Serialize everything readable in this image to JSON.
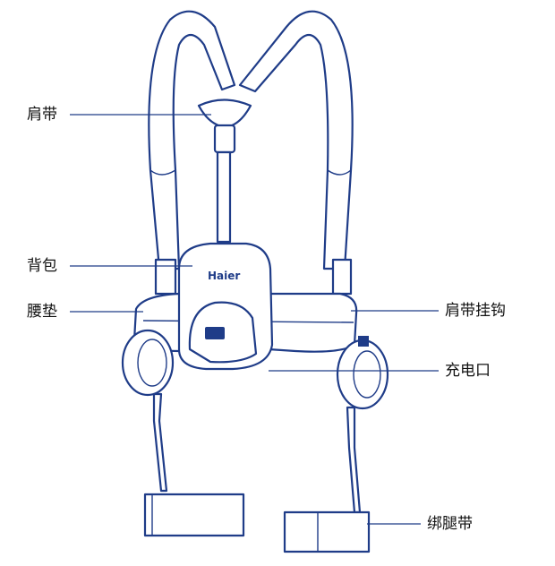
{
  "labels": {
    "shoulder_strap": "肩带",
    "backpack": "背包",
    "waist_pad": "腰垫",
    "strap_hook": "肩带挂钩",
    "charging_port": "充电口",
    "leg_strap": "绑腿带"
  },
  "logo": "Haier",
  "colors": {
    "line": "#1f3c88",
    "text": "#111111"
  }
}
